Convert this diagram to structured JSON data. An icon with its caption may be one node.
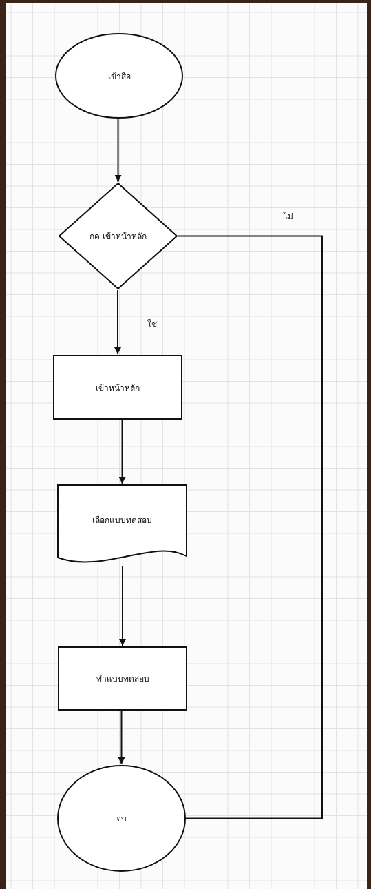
{
  "diagram": {
    "nodes": [
      {
        "text": [
          "เข้าสือ"
        ]
      },
      {
        "text": [
          "กด เข้าหน้าหลัก"
        ]
      },
      {
        "text": [
          "เข้าหน้าหลัก"
        ]
      },
      {
        "text": [
          "เลือกแบบทดสอบ"
        ]
      },
      {
        "text": [
          "ทำแบบทดสอบ"
        ]
      },
      {
        "text": [
          "จบ"
        ]
      }
    ],
    "edges": [
      {
        "from": 0,
        "to": 1,
        "arrow": "to"
      },
      {
        "from": 1,
        "to": 2,
        "arrow": "to",
        "label": "ใช่"
      },
      {
        "from": 2,
        "to": 3,
        "arrow": "to"
      },
      {
        "from": 3,
        "to": 4,
        "arrow": "to"
      },
      {
        "from": 4,
        "to": 5,
        "arrow": "to"
      },
      {
        "from": 1,
        "to": 5,
        "arrow": "none",
        "label": "ไม่"
      }
    ]
  }
}
